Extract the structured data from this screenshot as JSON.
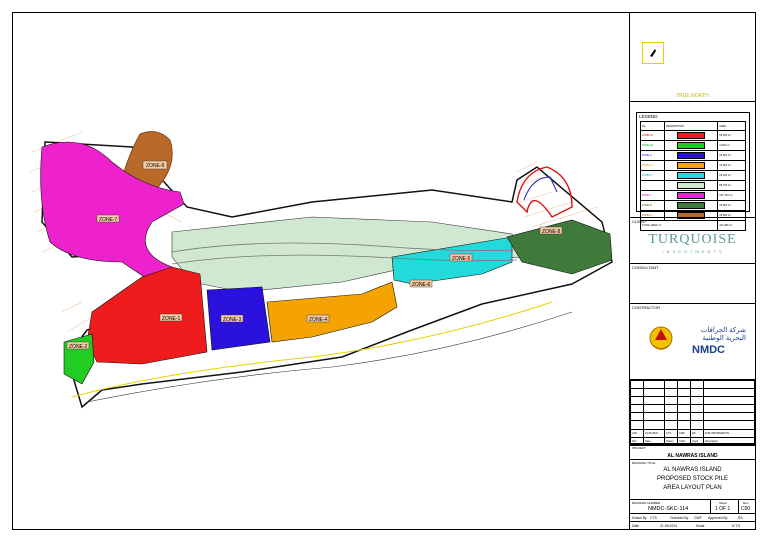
{
  "north": {
    "label": "TRUE NORTH"
  },
  "legend": {
    "title": "LEGEND",
    "headers": [
      "No.",
      "DESCRIPTION",
      "AREA"
    ],
    "rows": [
      {
        "label": "ZONE-01",
        "color": "#ee1c1c",
        "area": "55,350 m²"
      },
      {
        "label": "ZONE-02",
        "color": "#22cc22",
        "area": "3,600 m²"
      },
      {
        "label": "ZONE-3",
        "color": "#2a11dd",
        "area": "25,500 m²"
      },
      {
        "label": "ZONE-4",
        "color": "#f5a300",
        "area": "31,500 m²"
      },
      {
        "label": "ZONE-5",
        "color": "#22dada",
        "area": "26,120 m²"
      },
      {
        "label": "",
        "color": "#cfe8cf",
        "area": "68,750 m²"
      },
      {
        "label": "ZONE-7",
        "color": "#ee22cc",
        "area": "167,700 m²"
      },
      {
        "label": "ZONE-8",
        "color": "#3f7a3a",
        "area": "15,900 m²"
      },
      {
        "label": "ZONE-9",
        "color": "#b96a2a",
        "area": "15,600 m²"
      },
      {
        "label": "TOTAL AREA m²",
        "color": "",
        "area": "411,080 m²"
      }
    ]
  },
  "client": {
    "label": "CLIENT",
    "logo_line1": "TURQUOISE",
    "logo_line2": "I N V E S T M E N T S"
  },
  "consultant": {
    "label": "CONSULTANT"
  },
  "contractor": {
    "label": "CONTRACTOR",
    "logo_text": "NMDC",
    "arabic_line1": "شركة الجرافات",
    "arabic_line2": "البحرية الوطنية"
  },
  "revision": {
    "row_a": [
      "C00",
      "21.05.2024",
      "CTS",
      "CWF",
      "RS",
      "FOR INFORMATION"
    ],
    "headers": [
      "Rev",
      "Date",
      "Drawn",
      "Chkd",
      "Appd",
      "Description"
    ]
  },
  "project": {
    "label": "PROJECT",
    "name": "AL NAWRAS ISLAND"
  },
  "drawing_title": {
    "label": "DRAWING TITLE",
    "line1": "AL NAWRAS ISLAND",
    "line2": "PROPOSED STOCK PILE",
    "line3": "AREA LAYOUT PLAN"
  },
  "drawing_number": {
    "label": "DRAWING NUMBER",
    "value": "NMDC-SKC-114",
    "sheet_label": "Sheet",
    "sheet": "1 OF 1",
    "rev_label": "Rev",
    "rev": "C00"
  },
  "footer": {
    "drawn_by_label": "Drawn By",
    "drawn_by": "CTS",
    "checked_by_label": "Checked By",
    "checked_by": "CWF",
    "approved_by_label": "Approved By",
    "approved_by": "RS",
    "date_label": "Date",
    "date": "21.05.2024",
    "scale_label": "Scale",
    "scale": "N.T.S"
  },
  "map_labels": {
    "zone1": "ZONE-1",
    "zone2": "ZONE-2",
    "zone3": "ZONE-3",
    "zone4": "ZONE-4",
    "zone5": "ZONE-5",
    "zone6": "ZONE-6",
    "zone7": "ZONE-7",
    "zone8": "ZONE-8",
    "zone9": "ZONE-9"
  }
}
